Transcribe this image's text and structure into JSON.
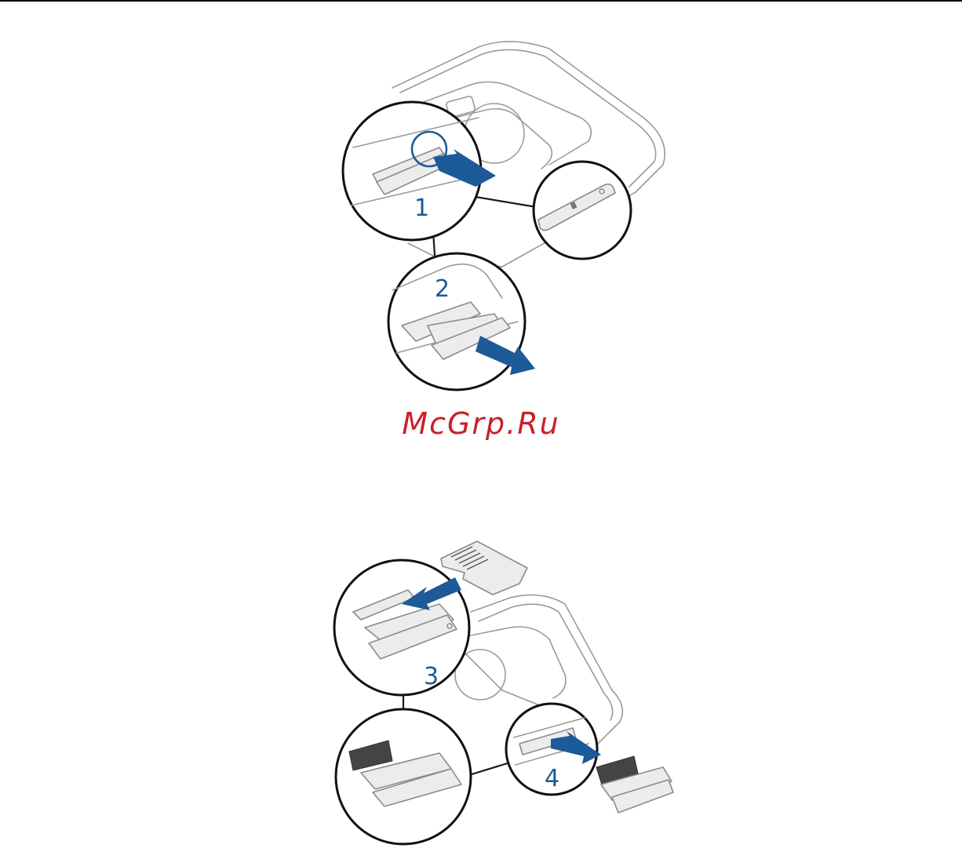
{
  "figure_top": {
    "steps": [
      "1",
      "2"
    ],
    "colors": {
      "arrow": "#1c5a99",
      "step_number": "#1c5a99",
      "outline": "#1a1a1a"
    }
  },
  "watermark": {
    "text": "McGrp.Ru",
    "color": "#c8202a"
  },
  "figure_bottom": {
    "steps": [
      "3",
      "4"
    ],
    "colors": {
      "arrow": "#1c5a99",
      "step_number": "#1c5a99"
    }
  }
}
